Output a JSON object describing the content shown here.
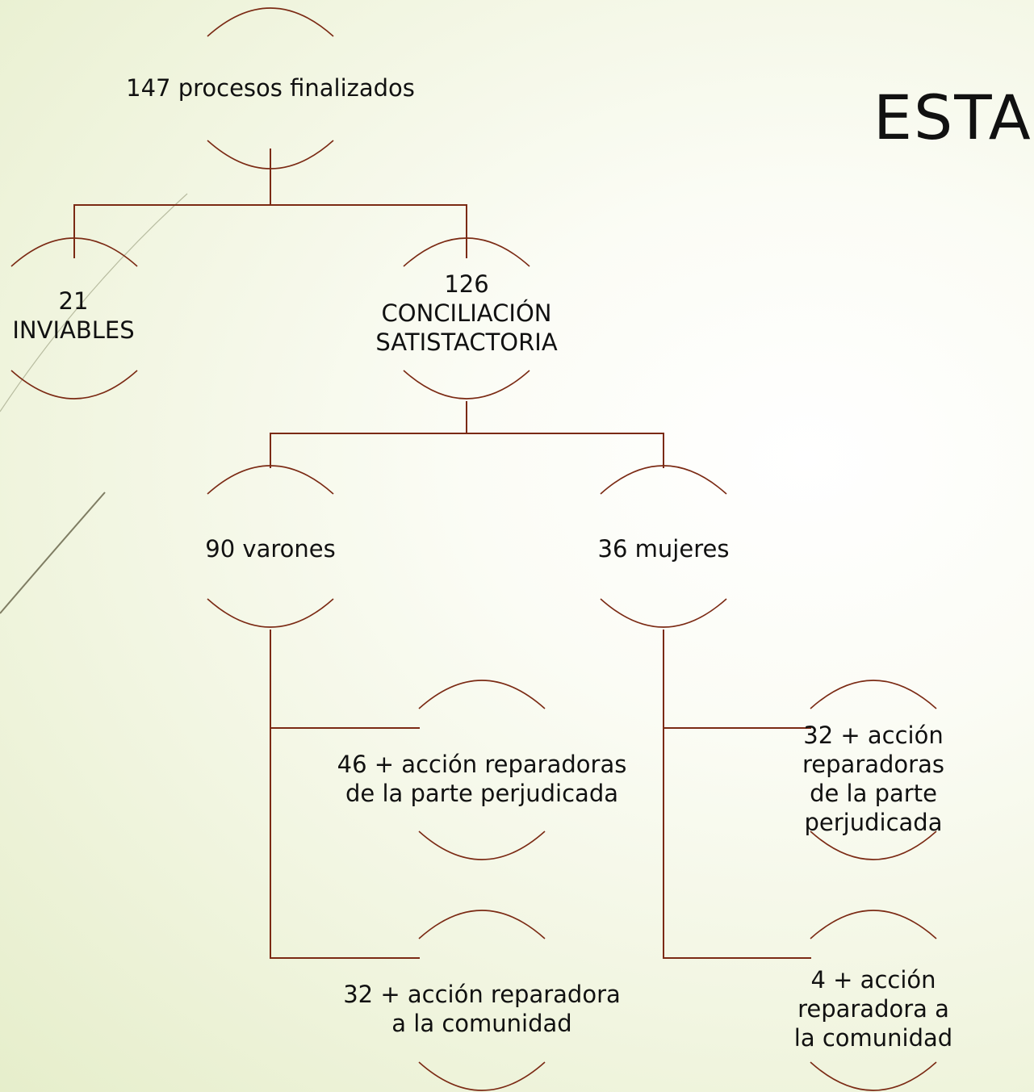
{
  "slide": {
    "title": "ESTA"
  },
  "colors": {
    "connector": "#7b2a14",
    "decoration": "#8a8a6e"
  },
  "diagram": {
    "root": "147 procesos finalizados",
    "inviables": "21\nINVIABLES",
    "conciliacion": "126\nCONCILIACIÓN\nSATISTACTORIA",
    "varones": "90 varones",
    "mujeres": "36 mujeres",
    "varones_parte": "46 + acción reparadoras\nde la parte perjudicada",
    "varones_comunidad": "32 + acción reparadora\na la comunidad",
    "mujeres_parte": "32 + acción reparadoras\nde la parte perjudicada",
    "mujeres_comunidad": "4 + acción reparadora a\nla comunidad"
  }
}
